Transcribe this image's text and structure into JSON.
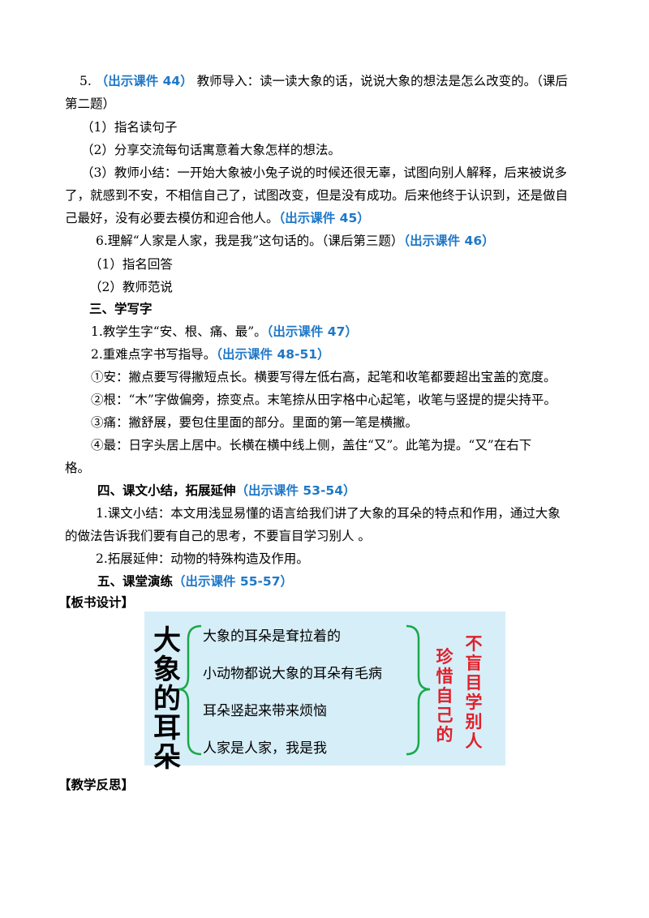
{
  "section5": {
    "num": "5.",
    "tag": "（出示课件 44）",
    "text": "教师导入：读一读大象的话，说说大象的想法是怎么改变的。（课后",
    "text2": "第二题）",
    "items": [
      "（1）指名读句子",
      "（2）分享交流每句话寓意着大象怎样的想法。"
    ],
    "item3_line1": "（3）教师小结：一开始大象被小兔子说的时候还很无辜，试图向别人解释，后来被说多",
    "item3_line2": "了，就感到不安，不相信自己了，试图改变，但是没有成功。后来他终于认识到，还是做自",
    "item3_line3": "己最好，没有必要去模仿和迎合他人。",
    "item3_tag": "（出示课件 45）"
  },
  "section6": {
    "text": "6.理解“人家是人家，我是我”这句话的。（课后第三题）",
    "tag": "（出示课件 46）",
    "items": [
      "（1）指名回答",
      "（2）教师范说"
    ]
  },
  "part3": {
    "heading": "三、学写字",
    "line1": "1.教学生字“安、根、痛、最”。",
    "line1_tag": "（出示课件 47）",
    "line2": "2.重难点字书写指导。",
    "line2_tag": "（出示课件 48-51）",
    "c1": "①安：撇点要写得撇短点长。横要写得左低右高，起笔和收笔都要超出宝盖的宽度。",
    "c2": "②根：“木”字做偏旁，捺变点。末笔捺从田字格中心起笔，收笔与竖提的提尖持平。",
    "c3": "③痛：撇舒展，要包住里面的部分。里面的第一笔是横撇。",
    "c4a": "④最：日字头居上居中。长横在横中线上侧，盖住“又”。此笔为提。“又”在右下",
    "c4b": "格。"
  },
  "part4": {
    "heading": "四、课文小结，拓展延伸",
    "tag": "（出示课件 53-54）",
    "line1a": "1.课文小结：本文用浅显易懂的语言给我们讲了大象的耳朵的特点和作用，通过大象",
    "line1b": "的做法告诉我们要有自己的思考，不要盲目学习别人 。",
    "line2": "2.拓展延伸：动物的特殊构造及作用。"
  },
  "part5": {
    "heading": "五、课堂演练",
    "tag": "（出示课件 55-57）"
  },
  "board_heading": "【板书设计】",
  "board": {
    "title_chars": [
      "大",
      "象",
      "的",
      "耳",
      "朵"
    ],
    "items": [
      "大象的耳朵是耷拉着的",
      "小动物都说大象的耳朵有毛病",
      "耳朵竖起来带来烦恼",
      "人家是人家，我是我"
    ],
    "red_col1": [
      "珍",
      "惜",
      "自",
      "己",
      "的"
    ],
    "red_col2": [
      "不",
      "盲",
      "目",
      "学",
      "别",
      "人"
    ],
    "brace_color": "#1aa84a",
    "accent_red": "#e0202a"
  },
  "reflection_heading": "【教学反思】"
}
